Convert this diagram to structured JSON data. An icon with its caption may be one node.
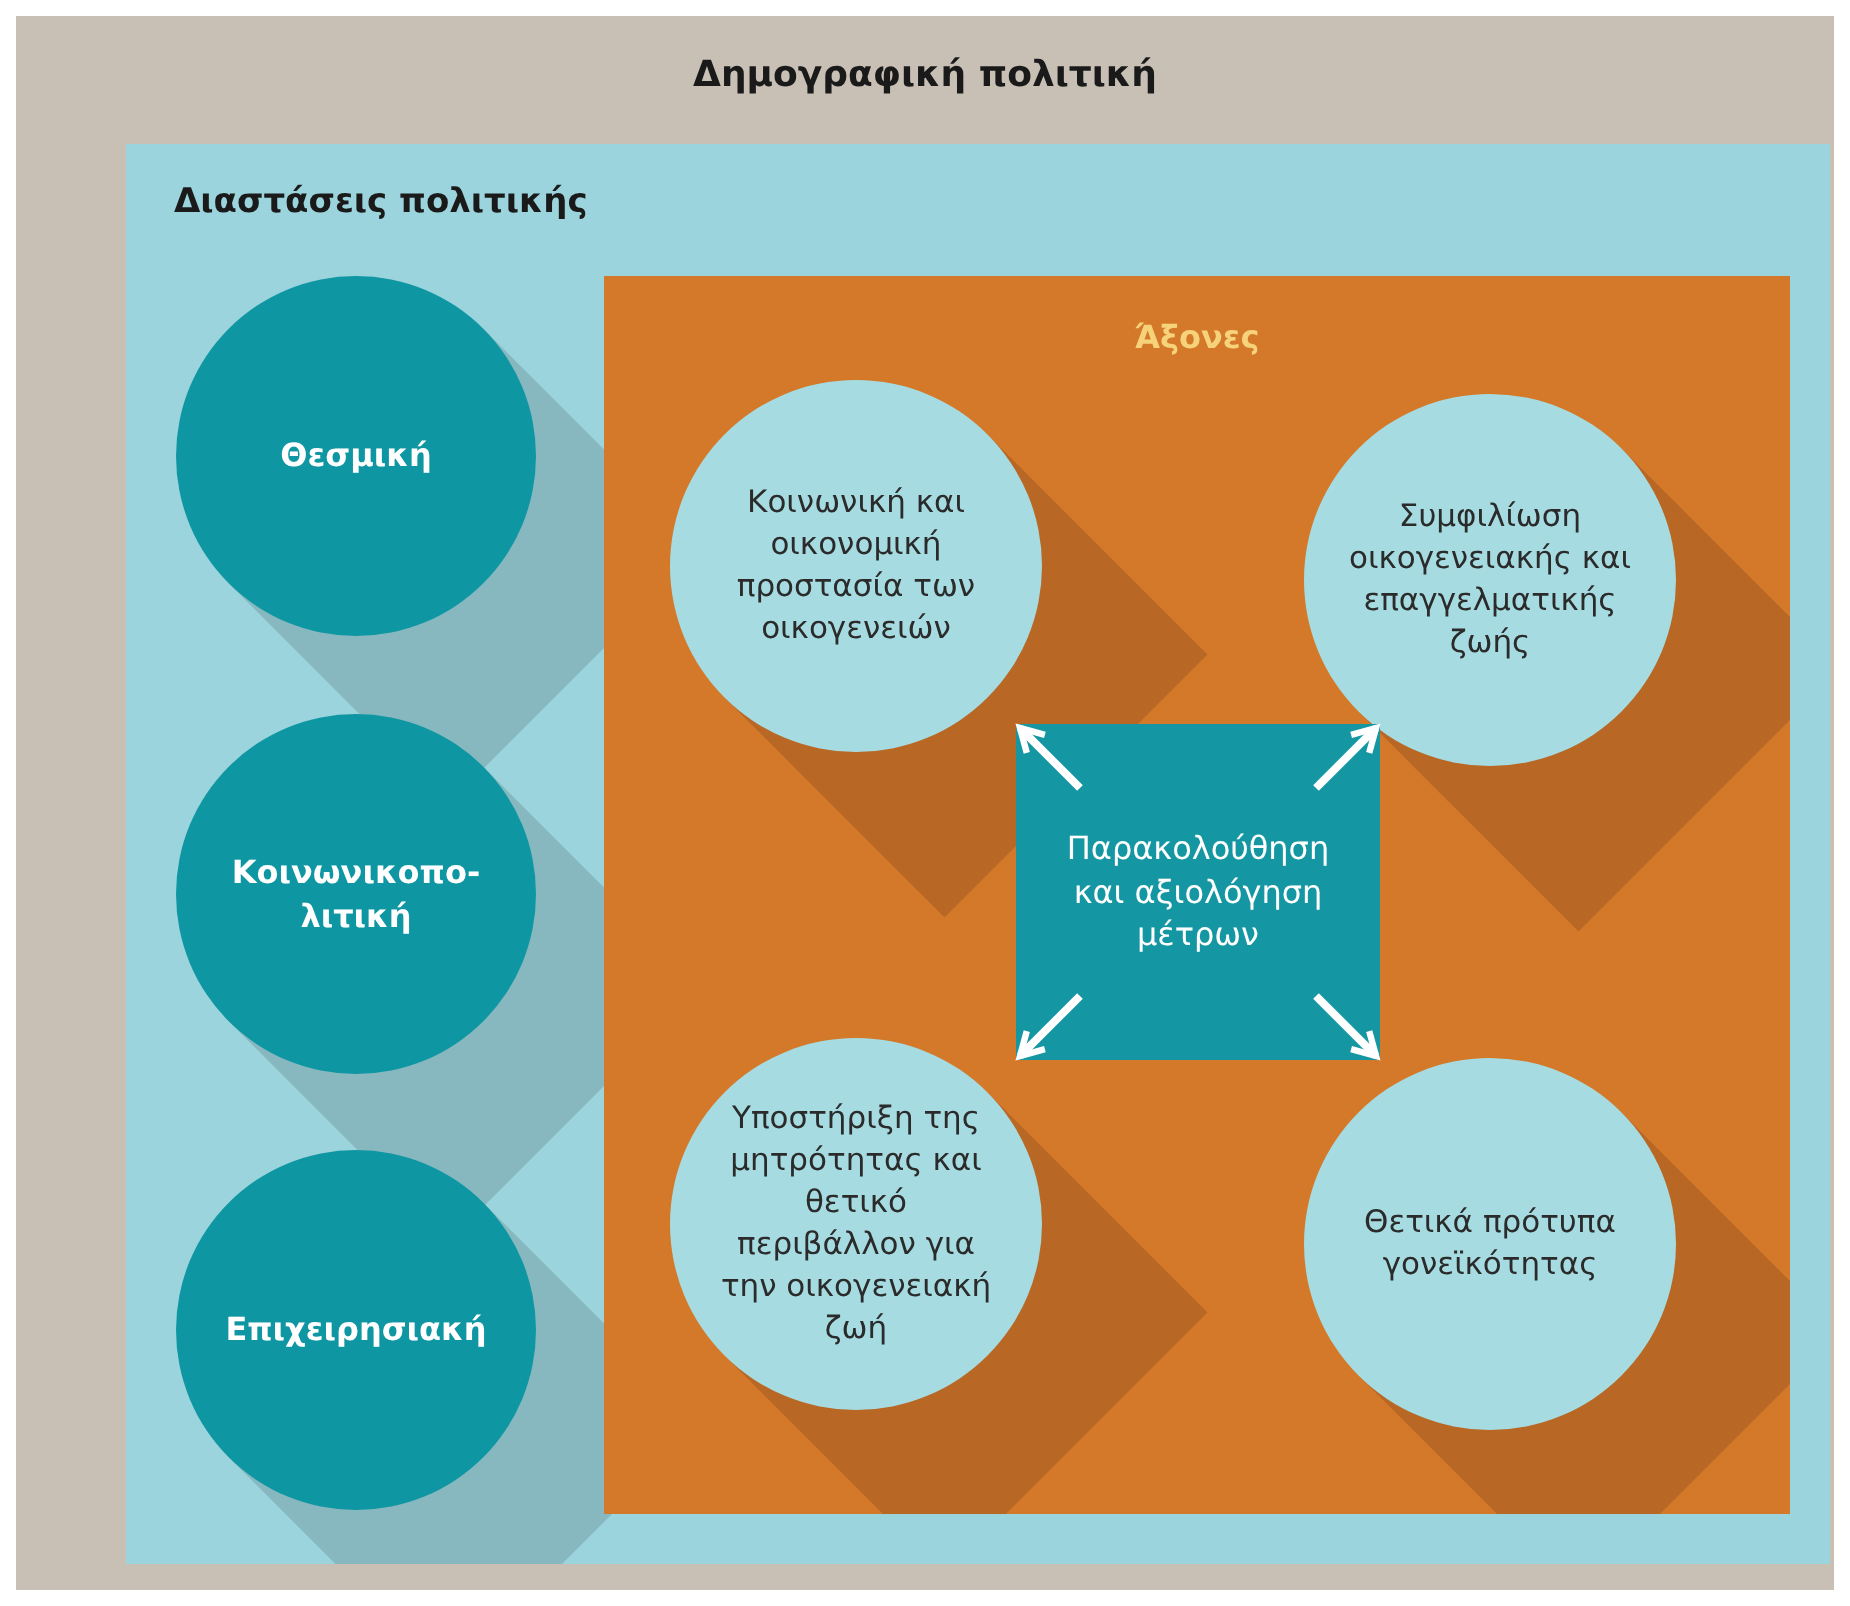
{
  "diagram": {
    "nodes": [
      {
        "text": [
          "Δημογραφική πολιτική"
        ]
      },
      {
        "text": [
          "Διαστάσεις πολιτικής"
        ],
        "in": 0
      },
      {
        "text": [
          "Θεσμική"
        ],
        "in": 1
      },
      {
        "text": [
          "Κοινωνικοπο- λιτική"
        ],
        "in": 1
      },
      {
        "text": [
          "Επιχειρησιακή"
        ],
        "in": 1
      },
      {
        "text": [
          "Άξονες"
        ],
        "in": 1
      },
      {
        "text": [
          "Κοινωνική και οικονομική προστασία των οικογενειών"
        ],
        "in": 5
      },
      {
        "text": [
          "Συμφιλίωση οικογενειακής και επαγγελματικής ζωής"
        ],
        "in": 5
      },
      {
        "text": [
          "Παρακολούθηση και αξιολόγηση μέτρων"
        ],
        "in": 5
      },
      {
        "text": [
          "Υποστήριξη της μητρότητας και θετικό περιβάλλον για την οικογενειακή ζωή"
        ],
        "in": 5
      },
      {
        "text": [
          "Θετικά πρότυπα γονεϊκότητας"
        ],
        "in": 5
      }
    ],
    "edges": [
      {
        "from": 8,
        "to": 6,
        "arrow": "to"
      },
      {
        "from": 8,
        "to": 7,
        "arrow": "to"
      },
      {
        "from": 8,
        "to": 9,
        "arrow": "to"
      },
      {
        "from": 8,
        "to": 10,
        "arrow": "to"
      }
    ]
  }
}
